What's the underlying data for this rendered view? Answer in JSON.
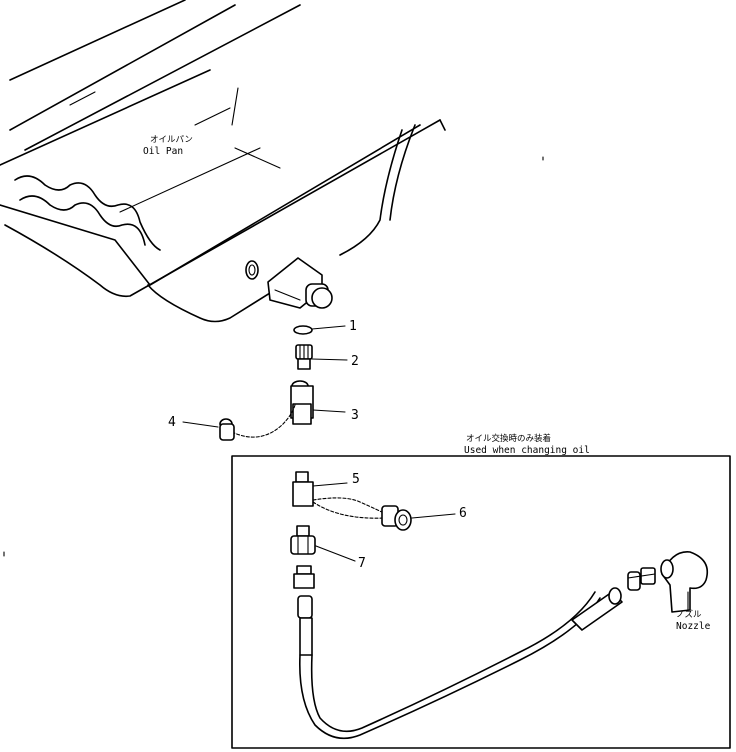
{
  "oil_pan": {
    "label_jp": "オイルパン",
    "label_en": "Oil Pan"
  },
  "inset": {
    "caption_jp": "オイル交換時のみ装着",
    "caption_en": "Used when changing oil"
  },
  "nozzle": {
    "label_jp": "ノズル",
    "label_en": "Nozzle"
  },
  "callouts": [
    "1",
    "2",
    "3",
    "4",
    "5",
    "6",
    "7"
  ]
}
